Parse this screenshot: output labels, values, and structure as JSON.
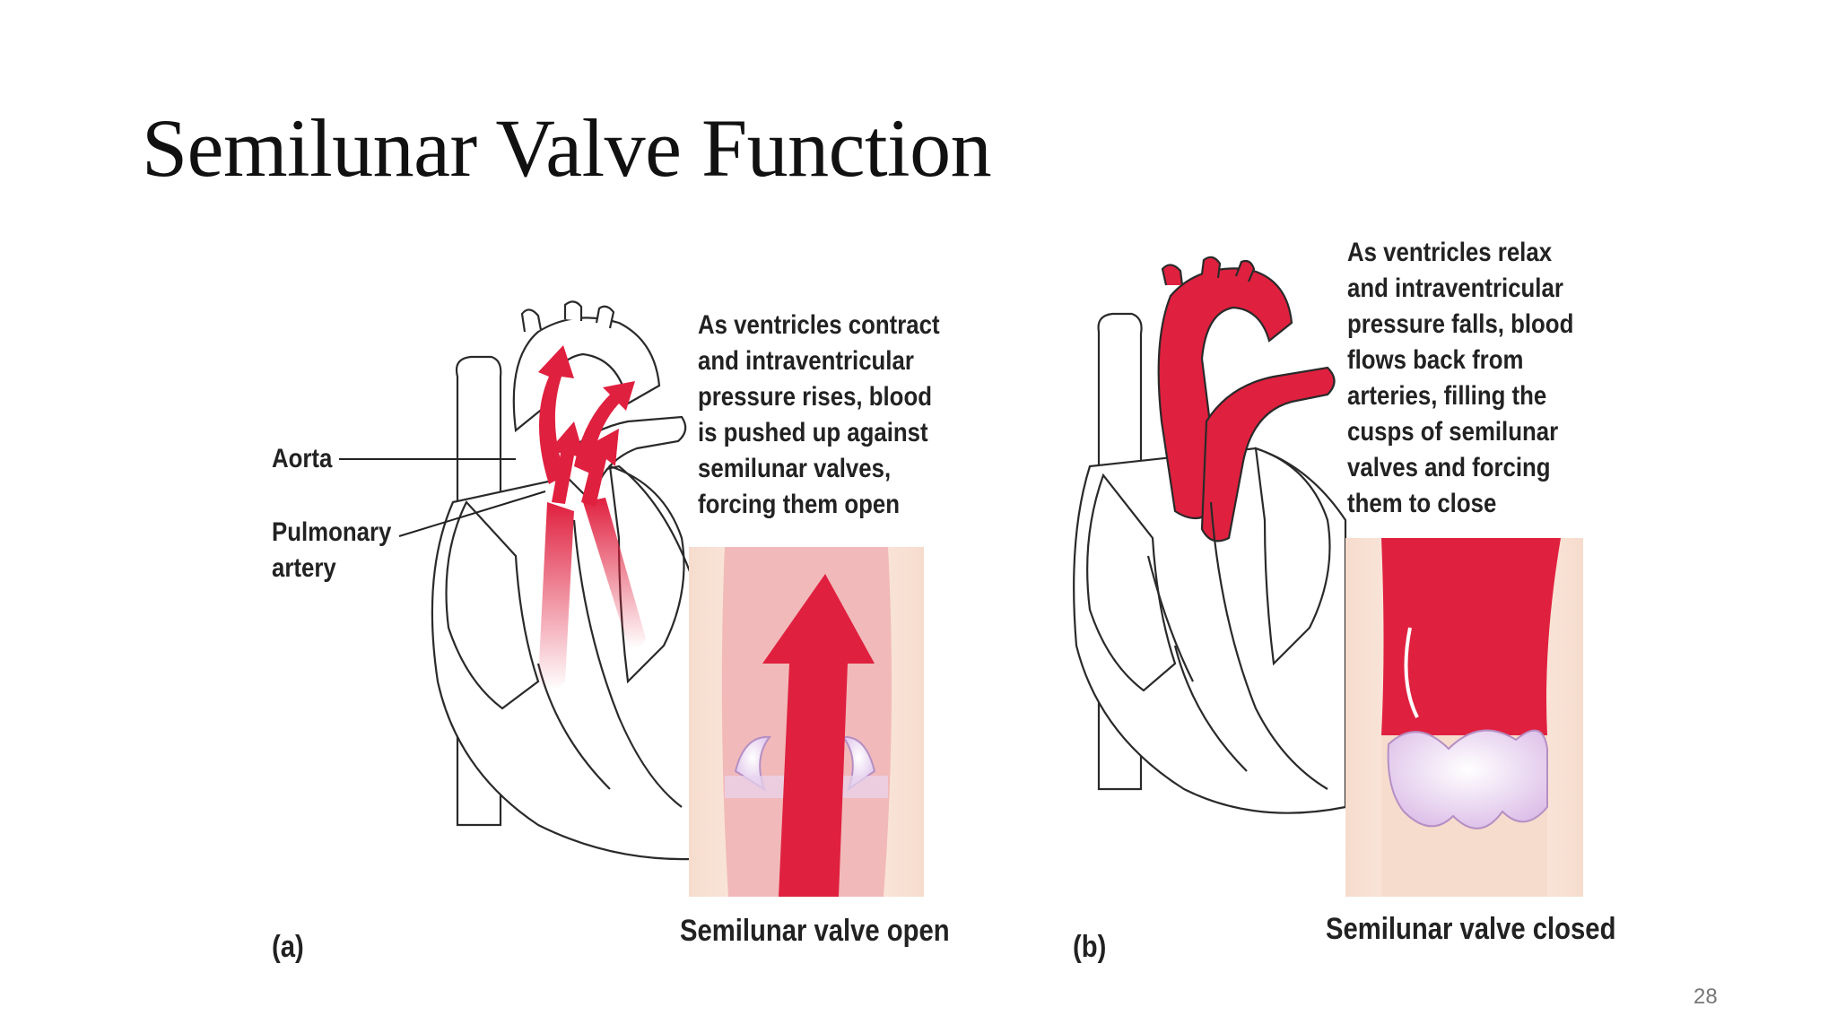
{
  "slide": {
    "title": "Semilunar Valve Function",
    "page_number": "28"
  },
  "panel_a": {
    "tag": "(a)",
    "label_aorta": "Aorta",
    "label_pulmonary": "Pulmonary\nartery",
    "description": "As ventricles contract\nand intraventricular\npressure rises, blood\nis pushed up against\nsemilunar valves,\nforcing them open",
    "caption": "Semilunar valve open"
  },
  "panel_b": {
    "tag": "(b)",
    "description": "As ventricles relax\nand intraventricular\npressure falls, blood\nflows back from\narteries, filling the\ncusps of semilunar\nvalves and forcing\nthem to close",
    "caption": "Semilunar valve closed"
  },
  "colors": {
    "blood": "#e0203f",
    "vessel_wall": "#f4d9cc",
    "cusp": "#e8d6f0",
    "outline": "#2a2a2a"
  }
}
